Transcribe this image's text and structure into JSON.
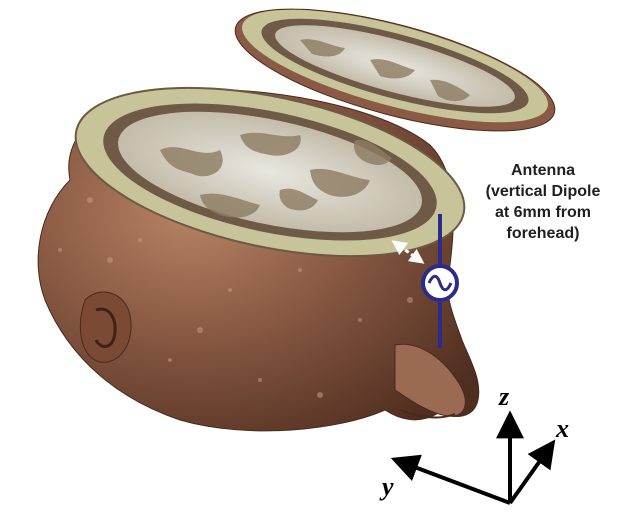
{
  "antenna": {
    "label_lines": [
      "Antenna",
      "(vertical Dipole",
      "at 6mm from",
      "forehead)"
    ]
  },
  "axes": {
    "z": "z",
    "x": "x",
    "y": "y"
  },
  "colors": {
    "skin": "#8a5a44",
    "skin_shadow": "#5c3626",
    "skull_band": "#c8c49a",
    "brain_dark": "#7a6e5a",
    "brain_light": "#e9e6df",
    "antenna": "#2b2b8c",
    "text": "#1f1f1f"
  }
}
